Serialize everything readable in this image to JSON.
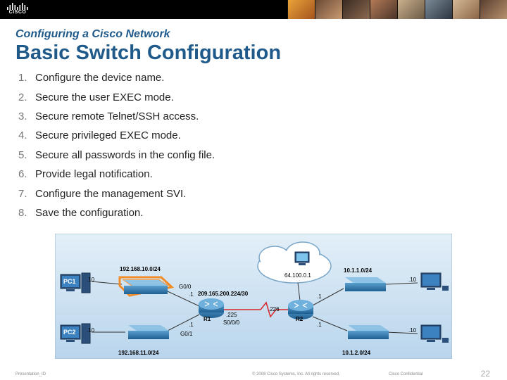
{
  "header": {
    "logo_text": "CISCO",
    "subtitle": "Configuring a Cisco Network",
    "title": "Basic Switch Configuration"
  },
  "steps": [
    {
      "num": "1.",
      "text": "Configure the device name."
    },
    {
      "num": "2.",
      "text": "Secure the user EXEC mode."
    },
    {
      "num": "3.",
      "text": "Secure remote Telnet/SSH access."
    },
    {
      "num": "4.",
      "text": "Secure privileged EXEC mode."
    },
    {
      "num": "5.",
      "text": "Secure all passwords in the config file."
    },
    {
      "num": "6.",
      "text": "Provide legal notification."
    },
    {
      "num": "7.",
      "text": "Configure the management SVI."
    },
    {
      "num": "8.",
      "text": "Save the configuration."
    }
  ],
  "diagram": {
    "pc1": "PC1",
    "pc2": "PC2",
    "pc1_host": ".10",
    "pc2_host": ".10",
    "lan1": "192.168.10.0/24",
    "lan2": "192.168.11.0/24",
    "r1": "R1",
    "r2": "R2",
    "r1_g00": "G0/0",
    "r1_g00_host": ".1",
    "r1_g01": "G0/1",
    "r1_g01_host": ".1",
    "serial_net": "209.165.200.224/30",
    "serial_r1_host": ".225",
    "serial_r1_iface": "S0/0/0",
    "serial_r2_host": ".226",
    "internet_host": "64.100.0.1",
    "lan3": "10.1.1.0/24",
    "lan4": "10.1.2.0/24",
    "r2_lan3_host": ".1",
    "r2_lan4_host": ".1",
    "pc3_host": ".10",
    "pc4_host": ".10"
  },
  "footer": {
    "left": "Presentation_ID",
    "center": "© 2008 Cisco Systems, Inc. All rights reserved.",
    "right": "Cisco Confidential",
    "page": "22"
  },
  "colors": {
    "title": "#1f5a8a",
    "serial_link": "#d9262b",
    "highlight": "#f28c28",
    "diagram_bg": "#cfe3f3"
  }
}
